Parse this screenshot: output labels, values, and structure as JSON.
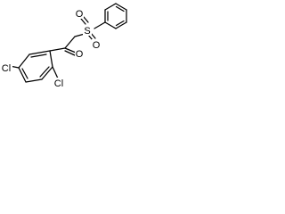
{
  "molecule": {
    "atoms": {
      "sulfur": "S",
      "sulfonyl_oxygen_upper": "O",
      "sulfonyl_oxygen_lower": "O",
      "carbonyl_oxygen": "O",
      "chlorine_para": "Cl",
      "chlorine_ortho": "Cl"
    }
  },
  "colors": {
    "line": "#000000",
    "background": "#ffffff"
  }
}
